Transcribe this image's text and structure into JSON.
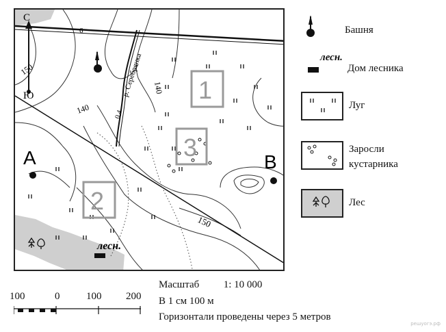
{
  "map": {
    "north_label": "С",
    "south_label": "Ю",
    "road_number": "6",
    "river_label": "р. Серебрянка",
    "river_flow": "0,4",
    "contours": [
      "150",
      "140",
      "140",
      "150"
    ],
    "points": {
      "a": "А",
      "b": "В"
    },
    "areas": [
      "1",
      "2",
      "3"
    ],
    "forester_label": "лесн."
  },
  "legend": {
    "tower": "Башня",
    "forester_house_sample": "лесн.",
    "forester_house": "Дом лесника",
    "meadow": "Луг",
    "shrubs_line1": "Заросли",
    "shrubs_line2": "кустарника",
    "forest": "Лес"
  },
  "scale": {
    "ticks": [
      "100",
      "0",
      "100",
      "200"
    ],
    "title": "Масштаб",
    "ratio": "1: 10 000",
    "cm_text": "В 1 см 100 м",
    "contour_text": "Горизонтали проведены через 5 метров"
  },
  "colors": {
    "forest_fill": "#cfcfcf",
    "area_box": "#9a9a9a",
    "ink": "#222222"
  },
  "watermark": "решуогэ.рф"
}
